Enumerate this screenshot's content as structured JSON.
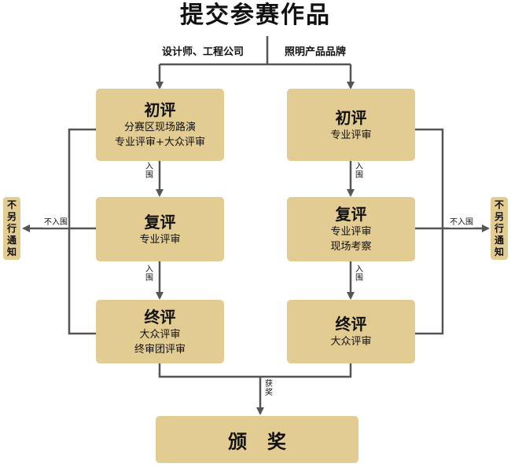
{
  "title": "提交参赛作品",
  "lanes": {
    "left": "设计师、工程公司",
    "right": "照明产品品牌"
  },
  "left_boxes": [
    {
      "title": "初评",
      "lines": [
        "分赛区现场路演",
        "专业评审+大众评审"
      ]
    },
    {
      "title": "复评",
      "lines": [
        "专业评审"
      ]
    },
    {
      "title": "终评",
      "lines": [
        "大众评审",
        "终审团评审"
      ]
    }
  ],
  "right_boxes": [
    {
      "title": "初评",
      "lines": [
        "专业评审"
      ]
    },
    {
      "title": "复评",
      "lines": [
        "专业评审",
        "现场考察"
      ]
    },
    {
      "title": "终评",
      "lines": [
        "大众评审"
      ]
    }
  ],
  "side_note": "不另行通知",
  "edge_labels": {
    "advance": "入围",
    "not_advance": "不入围",
    "award": "获奖"
  },
  "award": "颁奖",
  "colors": {
    "box_fill": "#e3cc92",
    "line": "#555555"
  }
}
